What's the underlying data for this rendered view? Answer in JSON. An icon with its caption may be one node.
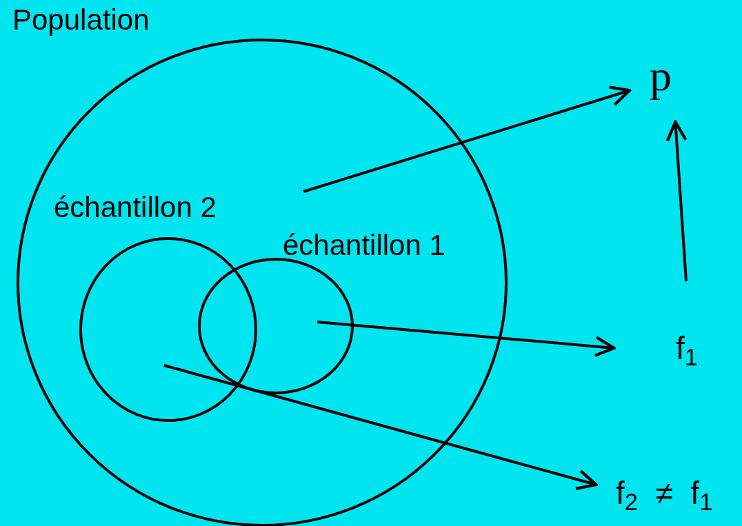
{
  "diagram": {
    "nodes": [
      {
        "text": [
          "Population"
        ]
      },
      {
        "text": [
          "échantillon 2"
        ],
        "in": 0
      },
      {
        "text": [
          "échantillon 1"
        ],
        "in": 0
      },
      {
        "text": [
          "p"
        ]
      },
      {
        "text": [
          "f$_{1}$"
        ]
      },
      {
        "text": [
          "f$_{2}$  ≠  f$_{1}$"
        ]
      }
    ],
    "edges": [
      {
        "from": null,
        "to": 3,
        "arrow": "to"
      },
      {
        "from": 2,
        "to": 4,
        "arrow": "to"
      },
      {
        "from": 1,
        "to": 5,
        "arrow": "to"
      },
      {
        "from": 4,
        "to": 3,
        "arrow": "to"
      }
    ]
  }
}
